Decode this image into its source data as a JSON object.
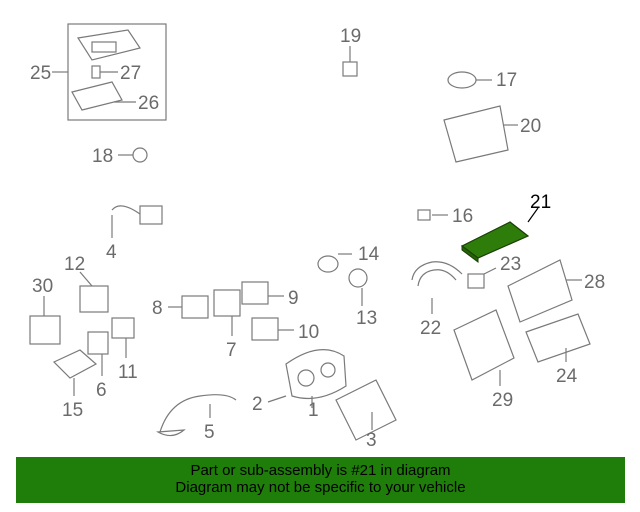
{
  "colors": {
    "highlight": "#2e7d0a",
    "banner": "#1f7d0a",
    "part_stroke": "#7a7a7a"
  },
  "callouts": {
    "n1": "1",
    "n2": "2",
    "n3": "3",
    "n4": "4",
    "n5": "5",
    "n6": "6",
    "n7": "7",
    "n8": "8",
    "n9": "9",
    "n10": "10",
    "n11": "11",
    "n12": "12",
    "n13": "13",
    "n14": "14",
    "n15": "15",
    "n16": "16",
    "n17": "17",
    "n18": "18",
    "n19": "19",
    "n20": "20",
    "n21": "21",
    "n22": "22",
    "n23": "23",
    "n24": "24",
    "n25": "25",
    "n26": "26",
    "n27": "27",
    "n28": "28",
    "n29": "29",
    "n30": "30"
  },
  "highlighted_part": "21",
  "banner": {
    "line1": "Part or sub-assembly is #21 in diagram",
    "line2": "Diagram may not be specific to your vehicle"
  }
}
